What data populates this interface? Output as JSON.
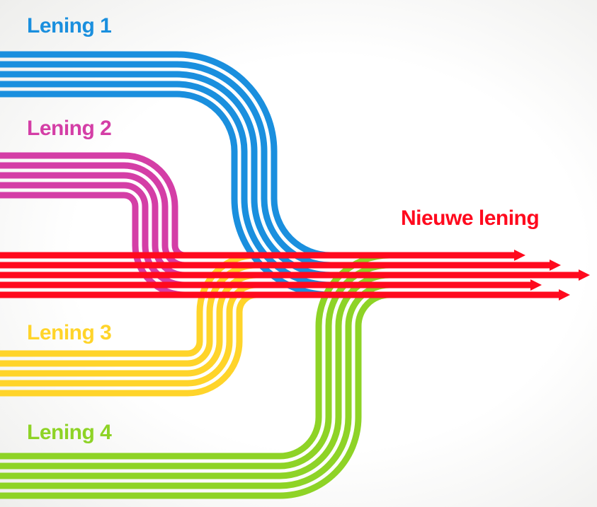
{
  "labels": {
    "loan1": "Lening 1",
    "loan2": "Lening 2",
    "loan3": "Lening 3",
    "loan4": "Lening 4",
    "new_loan": "Nieuwe lening"
  },
  "colors": {
    "loan1": "#1a8fde",
    "loan2": "#d43ea6",
    "loan3": "#ffd42a",
    "loan4": "#8ed326",
    "new_loan": "#ff0a1e"
  },
  "lines_per_bundle": 5,
  "new_loan_arrows": 5
}
